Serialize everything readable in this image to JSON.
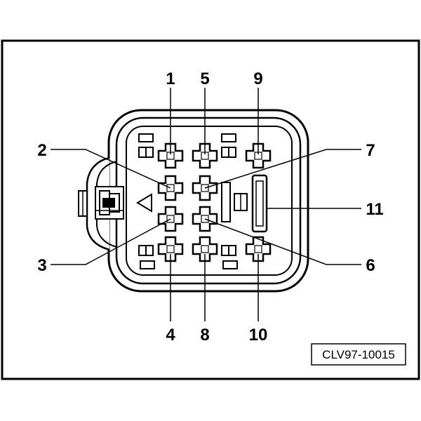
{
  "diagram": {
    "reference_code": "CLV97-10015",
    "pin_labels": [
      "1",
      "2",
      "3",
      "4",
      "5",
      "6",
      "7",
      "8",
      "9",
      "10",
      "11"
    ],
    "colors": {
      "ink": "#000000",
      "paper": "#ffffff"
    }
  }
}
